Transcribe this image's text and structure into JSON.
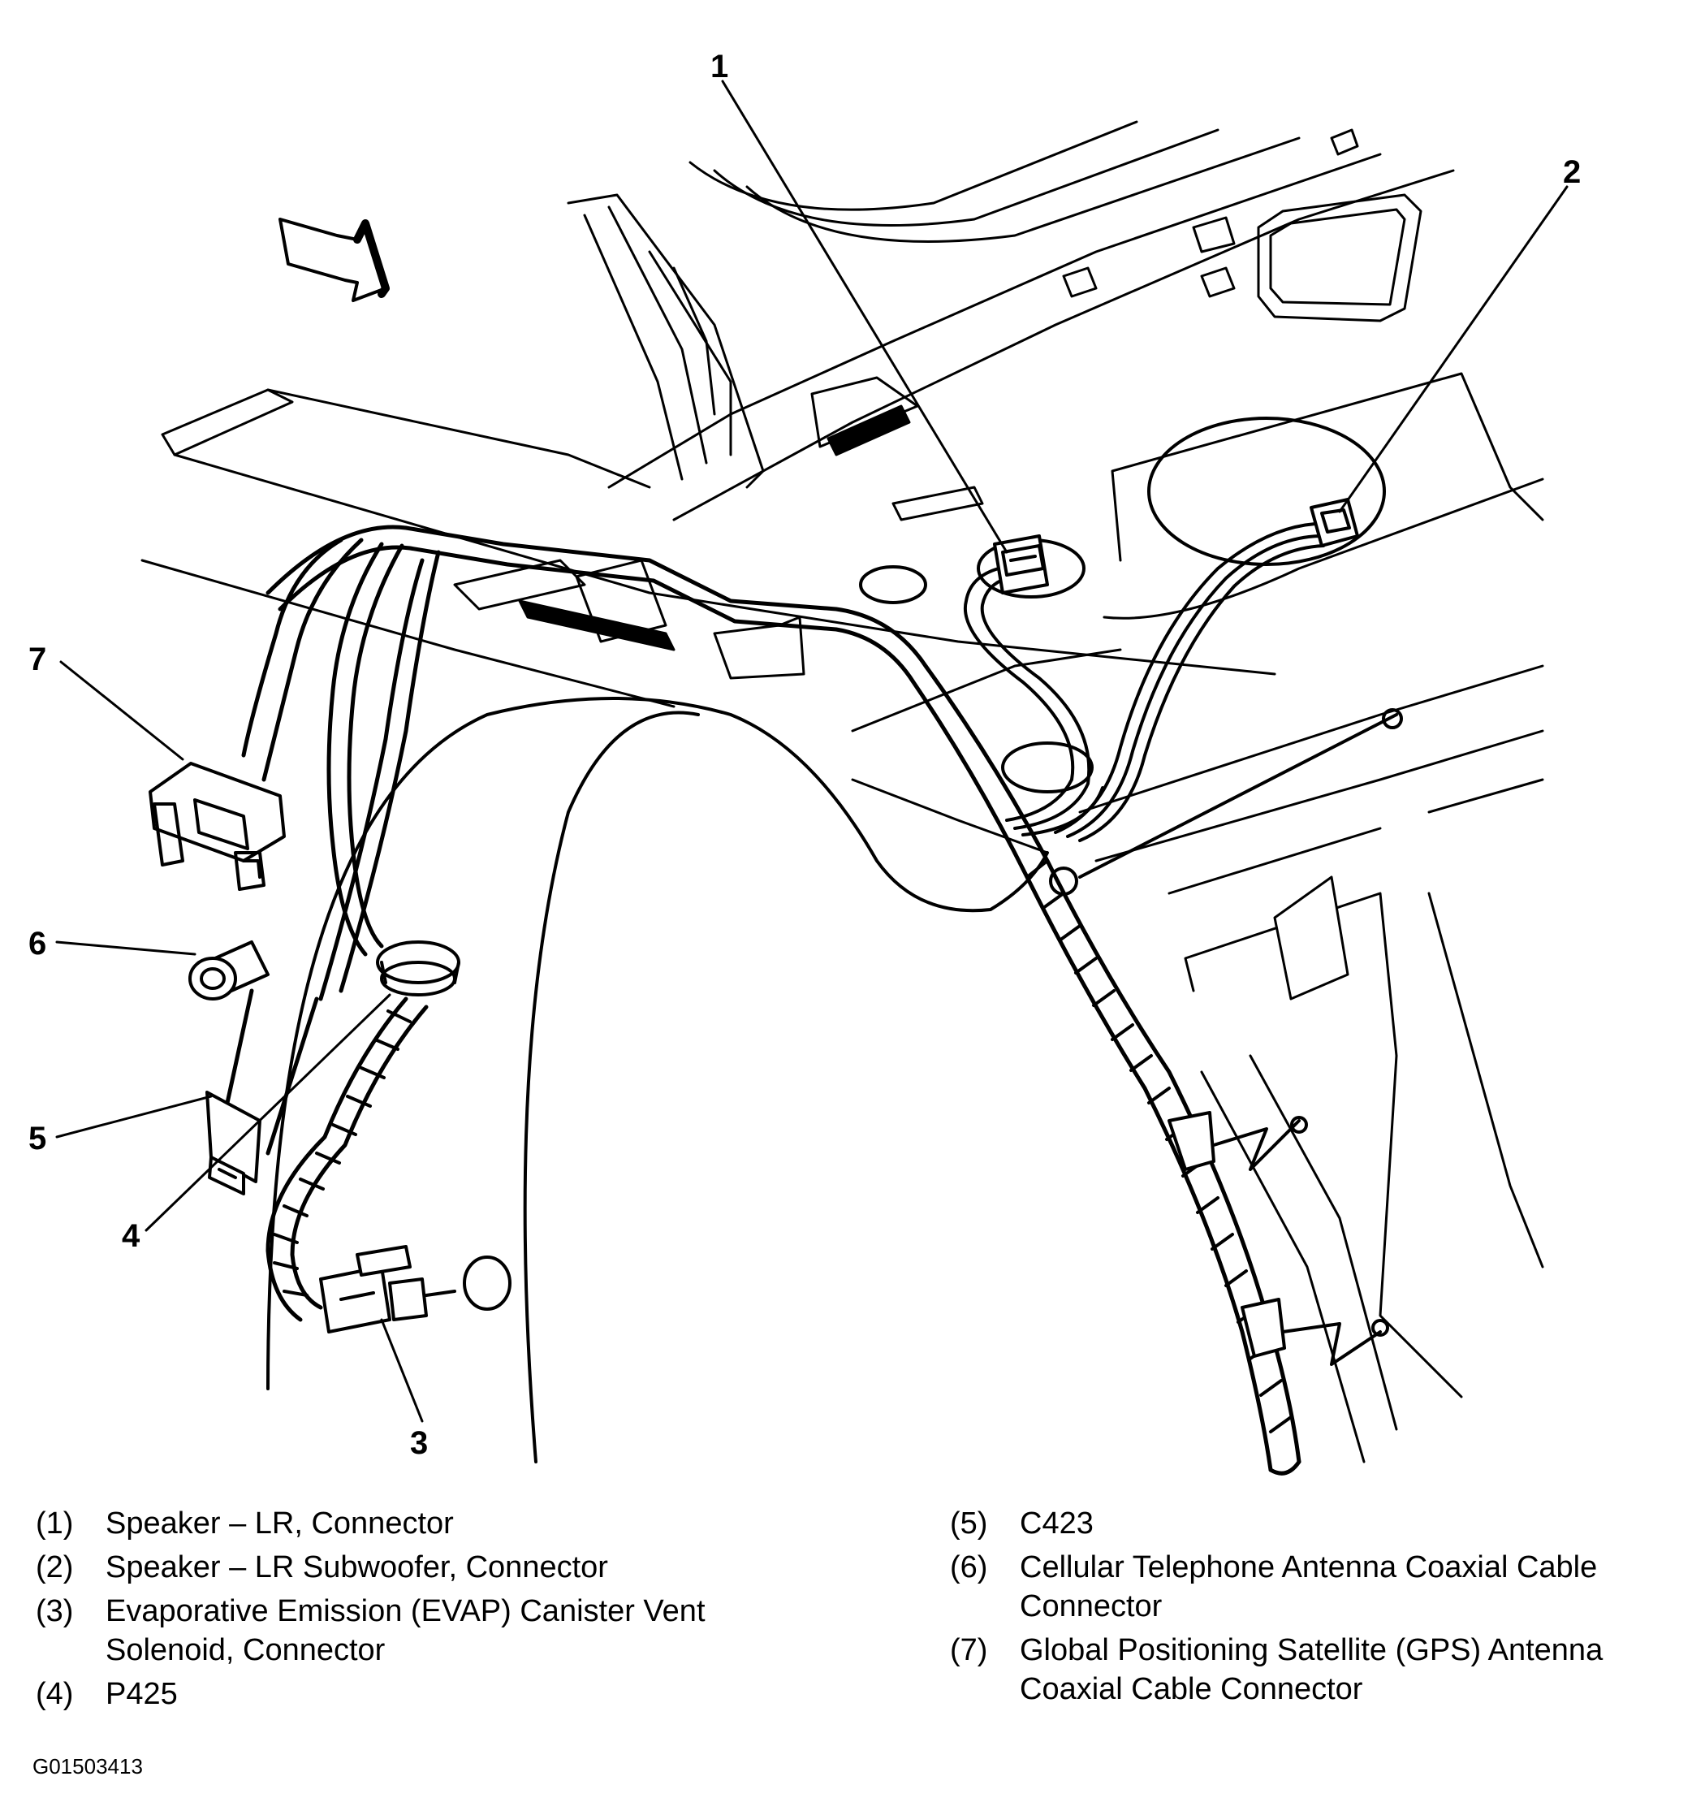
{
  "callouts": [
    "1",
    "2",
    "3",
    "4",
    "5",
    "6",
    "7"
  ],
  "legend": [
    {
      "num": "(1)",
      "text": "Speaker – LR, Connector"
    },
    {
      "num": "(2)",
      "text": "Speaker – LR Subwoofer, Connector"
    },
    {
      "num": "(3)",
      "text": "Evaporative Emission (EVAP) Canister Vent Solenoid, Connector"
    },
    {
      "num": "(4)",
      "text": "P425"
    },
    {
      "num": "(5)",
      "text": "C423"
    },
    {
      "num": "(6)",
      "text": "Cellular Telephone Antenna Coaxial Cable Connector"
    },
    {
      "num": "(7)",
      "text": "Global Positioning Satellite (GPS) Antenna Coaxial Cable Connector"
    }
  ],
  "figure_id": "G01503413"
}
